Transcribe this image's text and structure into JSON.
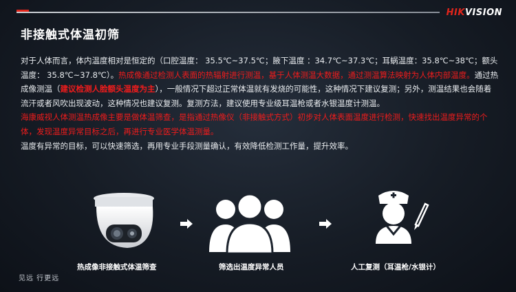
{
  "brand": {
    "logo_prefix": "HIK",
    "logo_suffix": "VISION"
  },
  "title": "非接触式体温初筛",
  "paragraph1": {
    "a": "对于人体而言，体内温度相对是恒定的（口腔温度： 35.5℃~37.5℃；腋下温度 ：34.7℃~37.3℃；耳蜗温度：35.8℃~38℃；额头温度： 35.8℃~37.8℃）。",
    "b_red": "热成像通过检测人表面的热辐射进行测温，基于人体测温大数据，通过测温算法映射为人体内部温度。",
    "c": "通过热成像测温（",
    "d_red": "建议检测人脸额头温度为主",
    "e": "），一般情况下超过正常体温就有发烧的可能性，这种情况下建议复测；另外，测温结果也会随着流汗或者风吹出现波动，这种情况也建议复测。复测方法，建议使用专业级耳温枪或者水银温度计测温。"
  },
  "paragraph2": {
    "red": "海康威视人体测温热成像主要是做体温筛查，是指通过热像仪（非接触式方式）初步对人体表面温度进行检测，快速找出温度异常的个体，发现温度异常目标之后，再进行专业医学体温测量。",
    "normal": "温度有异常的目标，可以快速筛选，再用专业手段测量确认，有效降低检测工作量，提升效率。"
  },
  "steps": [
    {
      "caption": "热成像非接触式体温筛查",
      "icon": "thermal-camera-icon"
    },
    {
      "caption": "筛选出温度异常人员",
      "icon": "people-group-icon"
    },
    {
      "caption": "人工复测（耳温枪/水银计）",
      "icon": "nurse-icon"
    }
  ],
  "footer": "见远  行更远",
  "colors": {
    "accent_red": "#f01c1c",
    "background": "#161c25"
  }
}
